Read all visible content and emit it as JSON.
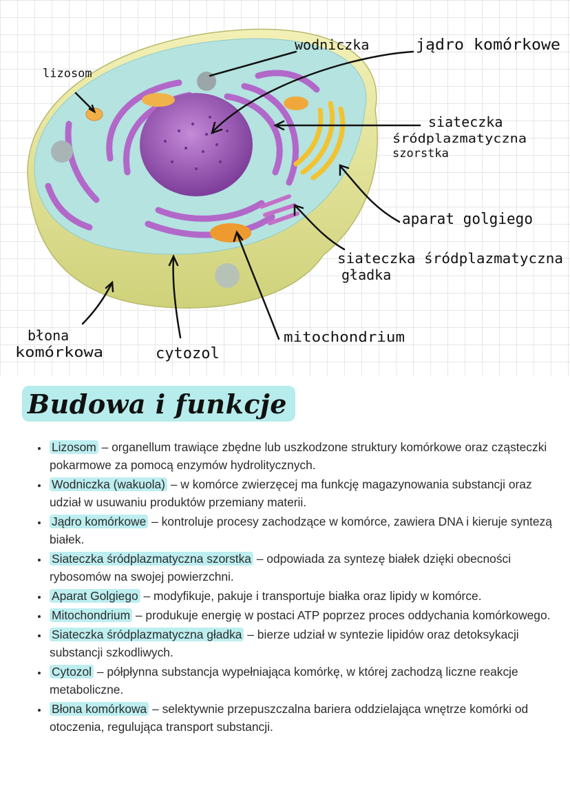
{
  "diagram": {
    "labels": {
      "lizosom": "lizosom",
      "wodniczka": "wodniczka",
      "jadro": "jądro komórkowe",
      "siateczka_szorstka_1": "siateczka",
      "siateczka_szorstka_2": "śródplazmatyczna",
      "siateczka_szorstka_3": "szorstka",
      "aparat": "aparat golgiego",
      "siateczka_gladka_1": "siateczka śródplazmatyczna",
      "siateczka_gladka_2": "gładka",
      "mitochondrium": "mitochondrium",
      "cytozol": "cytozol",
      "blona_1": "błona",
      "blona_2": "komórkowa"
    },
    "colors": {
      "membrane": "#e8e59a",
      "cytoplasm": "#b4e3e0",
      "nucleus": "#9c57b8",
      "er": "#b268c9",
      "golgi": "#f2c230",
      "mitochondrion": "#ef9a2e"
    }
  },
  "section": {
    "title": "Budowa i funkcje"
  },
  "items": [
    {
      "term": "Lizosom",
      "desc": " – organellum trawiące zbędne lub uszkodzone struktury komórkowe oraz cząsteczki pokarmowe za pomocą enzymów hydrolitycznych."
    },
    {
      "term": "Wodniczka (wakuola)",
      "desc": " – w komórce zwierzęcej ma funkcję magazynowania substancji oraz udział w usuwaniu produktów przemiany materii."
    },
    {
      "term": "Jądro komórkowe",
      "desc": " – kontroluje procesy zachodzące w komórce, zawiera DNA i kieruje syntezą białek."
    },
    {
      "term": "Siateczka śródplazmatyczna szorstka",
      "desc": " – odpowiada za syntezę białek dzięki obecności rybosomów na swojej powierzchni."
    },
    {
      "term": "Aparat Golgiego",
      "desc": " – modyfikuje, pakuje i transportuje białka oraz lipidy w komórce."
    },
    {
      "term": "Mitochondrium",
      "desc": " – produkuje energię w postaci ATP poprzez proces oddychania komórkowego."
    },
    {
      "term": "Siateczka śródplazmatyczna gładka",
      "desc": " – bierze udział w syntezie lipidów oraz detoksykacji substancji szkodliwych."
    },
    {
      "term": "Cytozol",
      "desc": " – półpłynna substancja wypełniająca komórkę, w której zachodzą liczne reakcje metaboliczne."
    },
    {
      "term": "Błona komórkowa",
      "desc": " – selektywnie przepuszczalna bariera oddzielająca wnętrze komórki od otoczenia, regulująca transport substancji."
    }
  ]
}
